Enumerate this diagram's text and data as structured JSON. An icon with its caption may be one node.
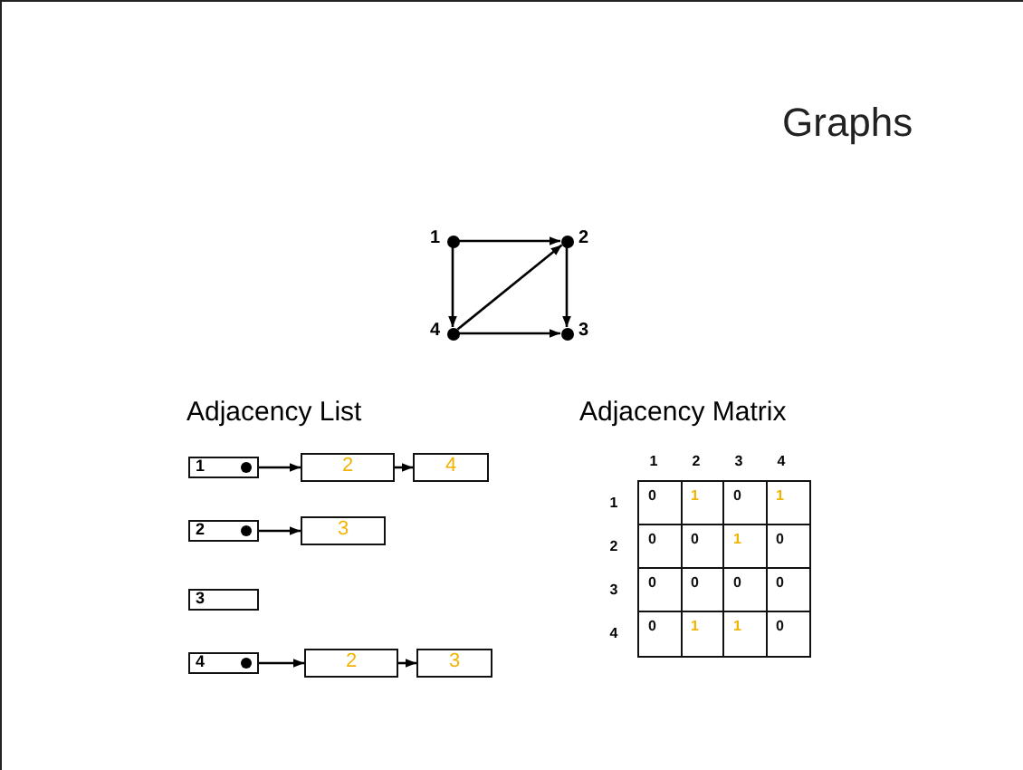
{
  "diagram": {
    "title": "Graphs",
    "nodes": [
      {
        "text": [],
        "shape": "circle",
        "beside": [
          "1"
        ]
      },
      {
        "text": [],
        "shape": "circle",
        "beside": [
          "2"
        ]
      },
      {
        "text": [],
        "shape": "circle",
        "beside": [
          "4"
        ]
      },
      {
        "text": [],
        "shape": "circle",
        "beside": [
          "3"
        ]
      },
      {
        "text": [
          "1"
        ]
      },
      {
        "text": [
          "2"
        ]
      },
      {
        "text": [
          "4"
        ]
      },
      {
        "text": [
          "2"
        ]
      },
      {
        "text": [
          "3"
        ]
      },
      {
        "text": [
          "3"
        ]
      },
      {
        "text": [
          "4"
        ]
      },
      {
        "text": [
          "2"
        ]
      },
      {
        "text": [
          "3"
        ]
      }
    ],
    "edges": [
      {
        "from": 0,
        "to": 1,
        "arrow": "to"
      },
      {
        "from": 0,
        "to": 2,
        "arrow": "to"
      },
      {
        "from": 2,
        "to": 1,
        "arrow": "to"
      },
      {
        "from": 1,
        "to": 3,
        "arrow": "to"
      },
      {
        "from": 2,
        "to": 3,
        "arrow": "to"
      },
      {
        "from": 4,
        "to": 5,
        "arrow": "to"
      },
      {
        "from": 5,
        "to": 6,
        "arrow": "to"
      },
      {
        "from": 7,
        "to": 8,
        "arrow": "to"
      },
      {
        "from": 10,
        "to": 11,
        "arrow": "to"
      },
      {
        "from": 11,
        "to": 12,
        "arrow": "to"
      }
    ],
    "labels": [
      "Adjacency List",
      "Adjacency Matrix",
      "1",
      "2",
      "3",
      "4",
      "1",
      "0",
      "1",
      "0",
      "1",
      "2",
      "0",
      "0",
      "1",
      "0",
      "3",
      "0",
      "0",
      "0",
      "0",
      "4",
      "0",
      "1",
      "1",
      "0"
    ]
  }
}
